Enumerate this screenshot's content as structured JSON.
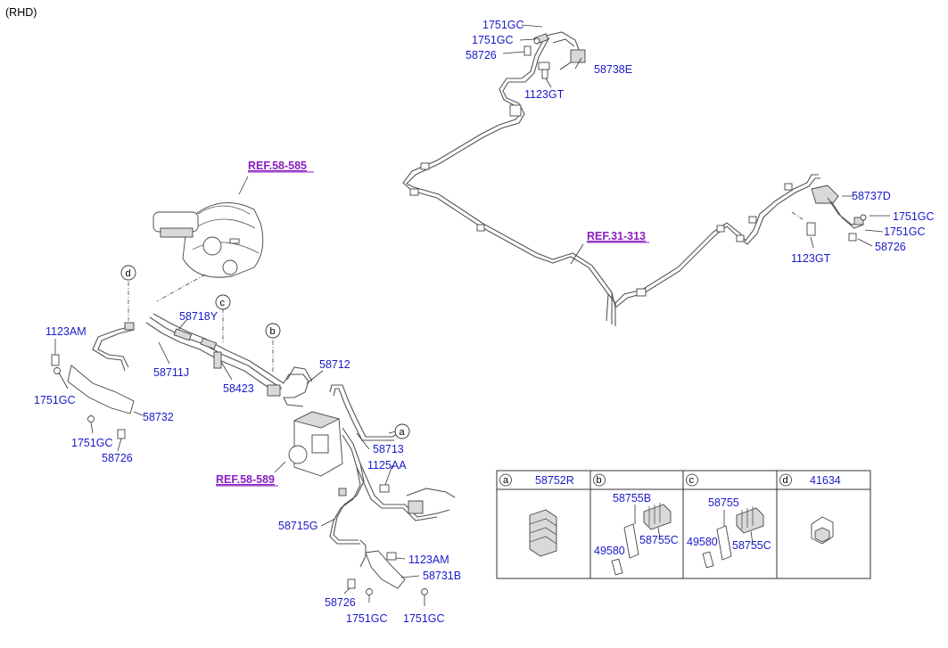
{
  "corner_note": "(RHD)",
  "refs": {
    "booster": "REF.58-585",
    "hecu": "REF.58-589",
    "rear": "REF.31-313"
  },
  "callouts": {
    "a": "a",
    "b": "b",
    "c": "c",
    "d": "d"
  },
  "labels": {
    "tr_1751gc_1": "1751GC",
    "tr_1751gc_2": "1751GC",
    "tr_58726": "58726",
    "tr_58738e": "58738E",
    "tr_1123gt": "1123GT",
    "rr_58737d": "58737D",
    "rr_1751gc_1": "1751GC",
    "rr_1751gc_2": "1751GC",
    "rr_58726": "58726",
    "rr_1123gt": "1123GT",
    "l_58718y": "58718Y",
    "l_1123am": "1123AM",
    "l_58711j": "58711J",
    "l_58423": "58423",
    "l_1751gc_1": "1751GC",
    "l_58732": "58732",
    "l_1751gc_2": "1751GC",
    "l_58726": "58726",
    "c_58712": "58712",
    "c_58713": "58713",
    "c_1125aa": "1125AA",
    "c_58715g": "58715G",
    "c_1123am": "1123AM",
    "c_58731b": "58731B",
    "c_58726": "58726",
    "c_1751gc_1": "1751GC",
    "c_1751gc_2": "1751GC"
  },
  "table": {
    "cells": [
      {
        "key": "a",
        "part": "58752R"
      },
      {
        "key": "b",
        "part": ""
      },
      {
        "key": "c",
        "part": ""
      },
      {
        "key": "d",
        "part": "41634"
      }
    ],
    "b_parts": [
      "58755B",
      "58755C",
      "49580"
    ],
    "c_parts": [
      "58755",
      "58755C",
      "49580"
    ]
  }
}
